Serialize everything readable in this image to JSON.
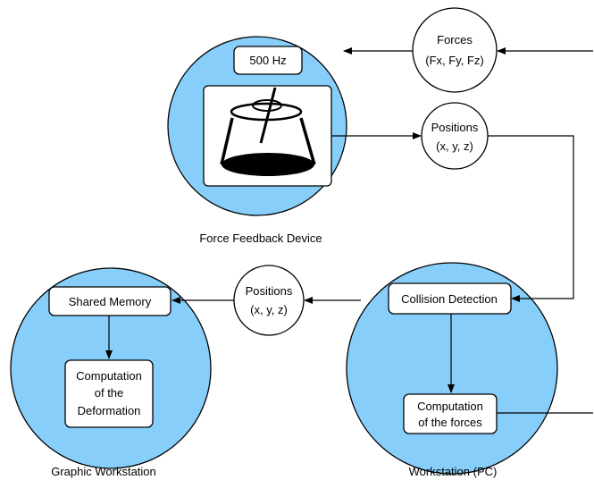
{
  "colors": {
    "device_fill": "#87cefa",
    "stroke": "#000000",
    "box_fill": "#ffffff",
    "cone_base": "#000000"
  },
  "force_device": {
    "rate_label": "500 Hz",
    "caption": "Force Feedback Device"
  },
  "forces_node": {
    "line1": "Forces",
    "line2": "(Fx, Fy, Fz)"
  },
  "positions_node_top": {
    "line1": "Positions",
    "line2": "(x, y, z)"
  },
  "positions_node_mid": {
    "line1": "Positions",
    "line2": "(x, y, z)"
  },
  "graphic_workstation": {
    "caption": "Graphic Workstation",
    "shared_memory": "Shared Memory",
    "deformation": [
      "Computation",
      "of the",
      "Deformation"
    ]
  },
  "pc_workstation": {
    "caption": "Workstation (PC)",
    "collision": "Collision Detection",
    "forces_comp": [
      "Computation",
      "of the forces"
    ]
  }
}
